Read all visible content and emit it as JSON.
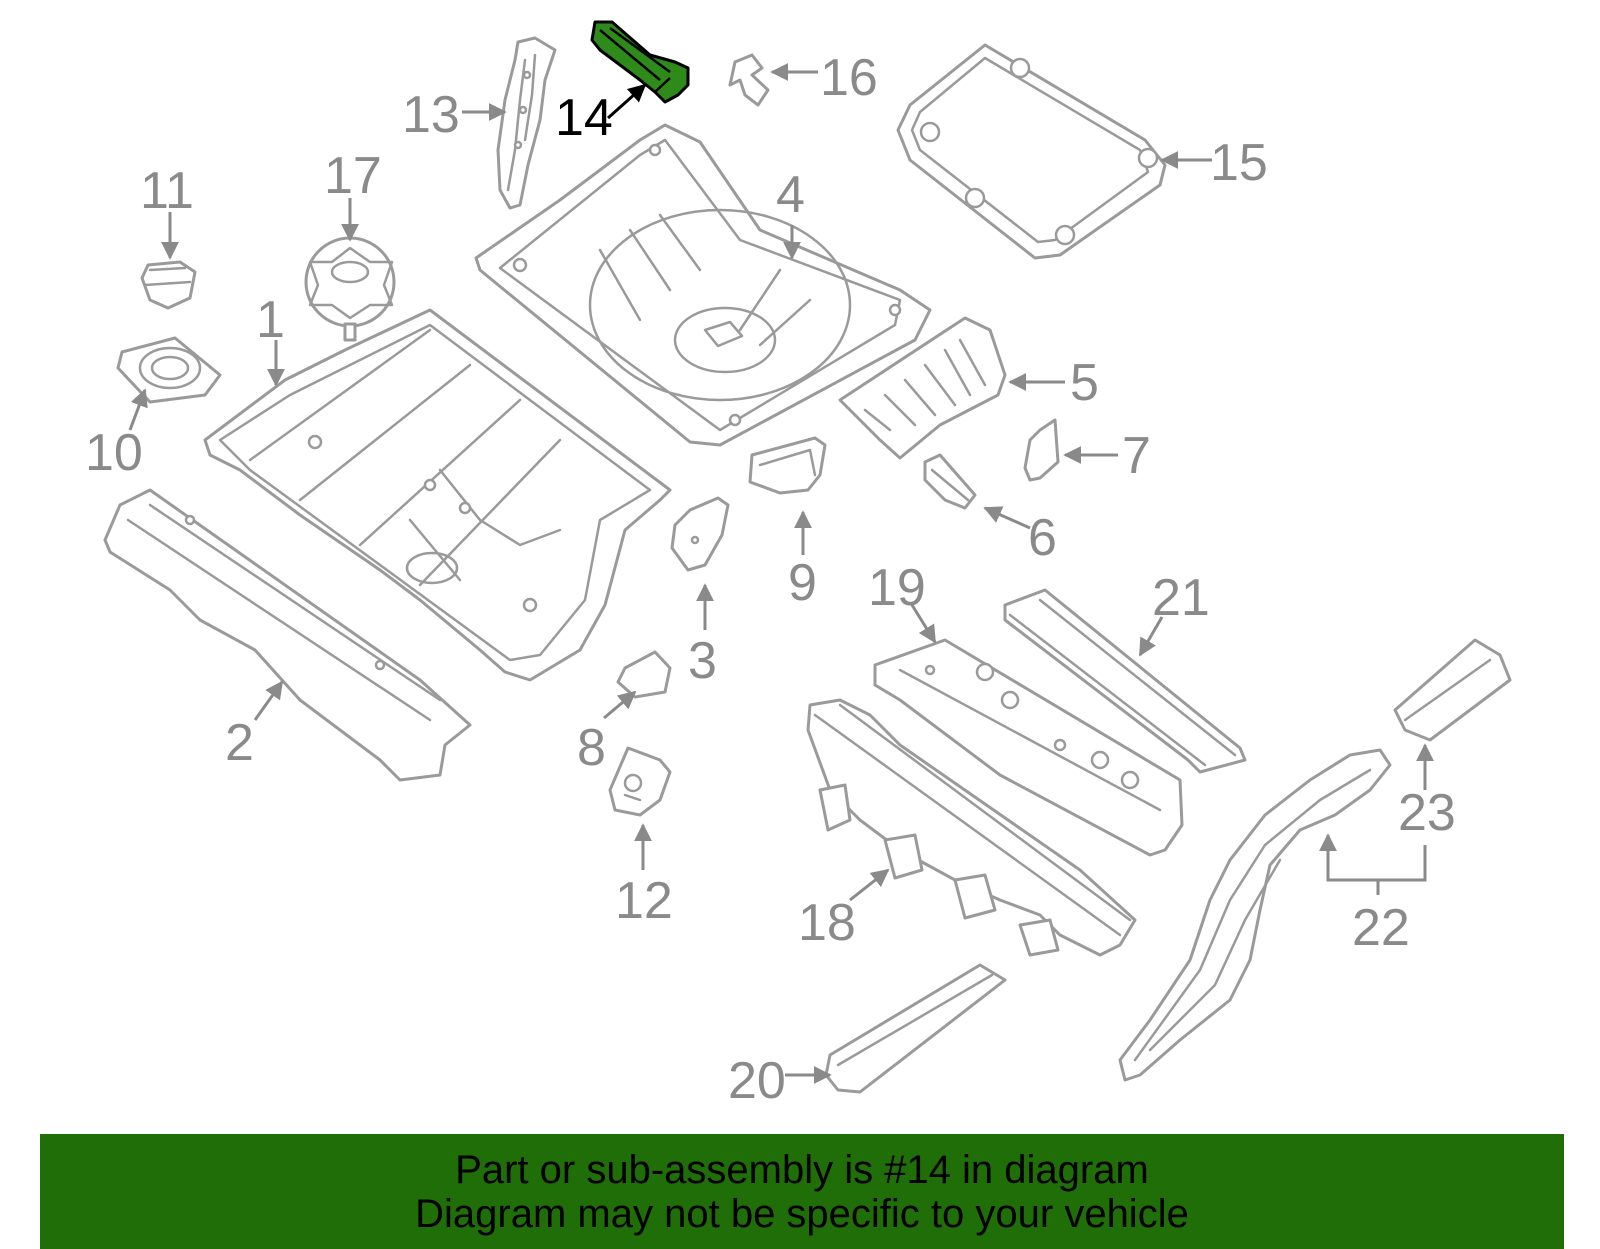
{
  "diagram": {
    "highlighted_part": "14",
    "highlight_color": "#2e8b1a",
    "part_color": "#9a9a9a",
    "callouts": [
      "1",
      "2",
      "3",
      "4",
      "5",
      "6",
      "7",
      "8",
      "9",
      "10",
      "11",
      "12",
      "13",
      "14",
      "15",
      "16",
      "17",
      "18",
      "19",
      "20",
      "21",
      "22",
      "23"
    ]
  },
  "banner": {
    "background": "#1f6e07",
    "line1": "Part or sub-assembly is #14 in diagram",
    "line2": "Diagram may not be specific to your vehicle"
  }
}
